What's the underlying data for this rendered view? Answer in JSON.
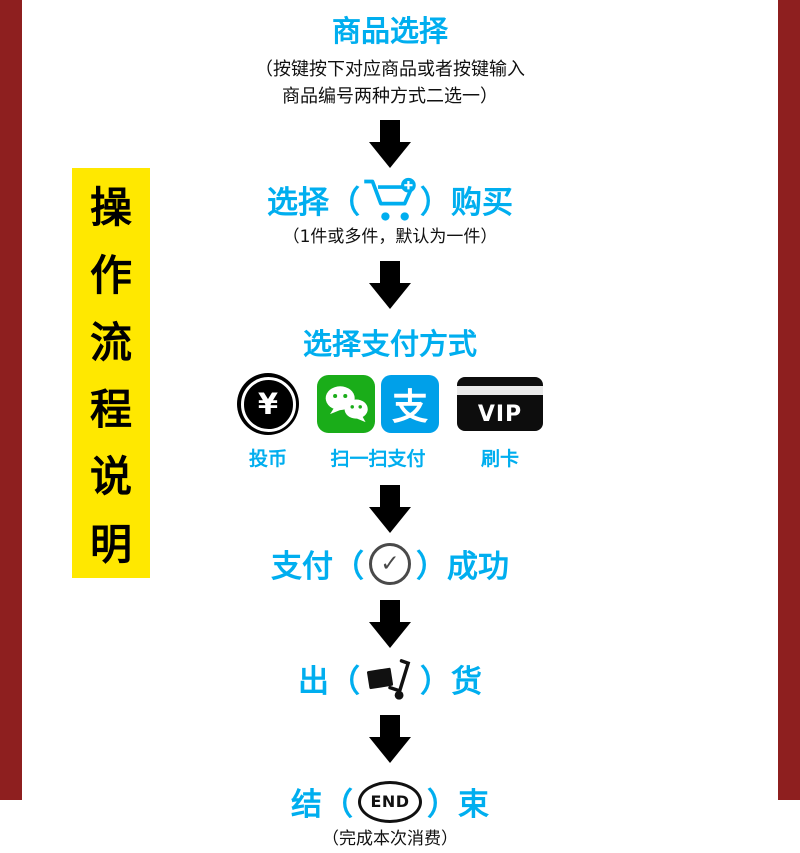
{
  "banner": {
    "text": "操作流程说明",
    "chars": [
      "操",
      "作",
      "流",
      "程",
      "说",
      "明"
    ]
  },
  "flow": {
    "step1": {
      "title": "商品选择",
      "note_line1": "（按键按下对应商品或者按键输入",
      "note_line2": "商品编号两种方式二选一）"
    },
    "step2": {
      "prefix": "选择（",
      "suffix": "）购买",
      "note": "（1件或多件，默认为一件）"
    },
    "step3": {
      "title": "选择支付方式",
      "labels": {
        "coin": "投币",
        "scan": "扫一扫支付",
        "card": "刷卡"
      }
    },
    "step4": {
      "prefix": "支付（",
      "suffix": "）成功"
    },
    "step5": {
      "prefix": "出（",
      "suffix": "）货"
    },
    "step6": {
      "prefix": "结（",
      "suffix": "）束",
      "note": "（完成本次消费）"
    }
  },
  "icons": {
    "coin_symbol": "¥",
    "alipay_glyph": "支",
    "vip_label": "VIP",
    "check_glyph": "✓",
    "end_label": "END"
  },
  "colors": {
    "border_red": "#8e1f1f",
    "banner_yellow": "#ffe800",
    "accent_cyan": "#00aeef",
    "wechat_green": "#1aad19",
    "alipay_blue": "#00a0e9"
  }
}
